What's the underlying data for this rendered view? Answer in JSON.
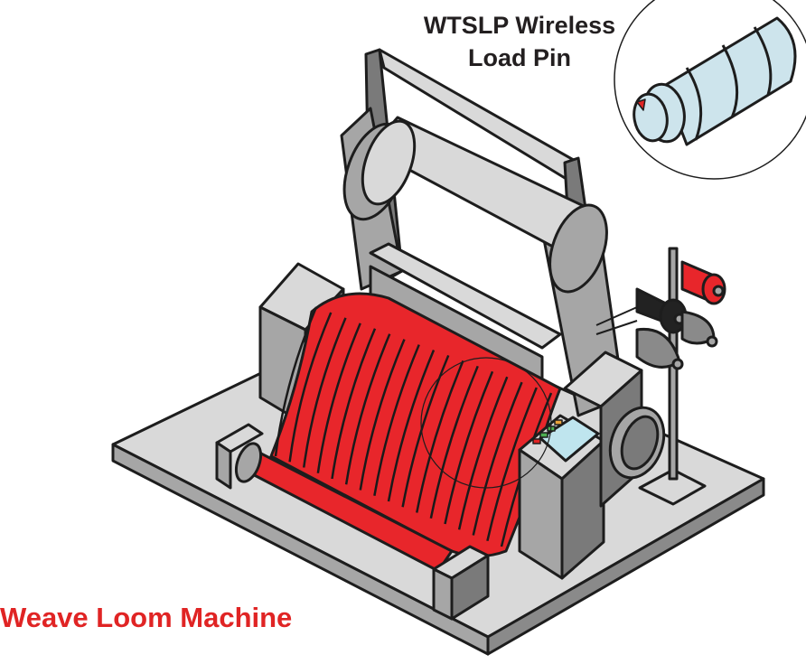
{
  "labels": {
    "pin_line1": "WTSLP Wireless",
    "pin_line2": "Load Pin",
    "machine": "Weave Loom Machine"
  },
  "colors": {
    "fabric": "#e8262b",
    "fabric_stripe": "#1a1a1a",
    "machine_dark": "#7a7a7a",
    "machine_mid": "#a6a6a6",
    "machine_light": "#d9d9d9",
    "outline": "#1d1d1d",
    "pin_body": "#cde4ec",
    "screen": "#bfe5ee",
    "led_red": "#e02424",
    "led_green": "#4caf50",
    "led_amber": "#e8a33a",
    "label_dark": "#231f20",
    "label_red": "#e02424"
  }
}
